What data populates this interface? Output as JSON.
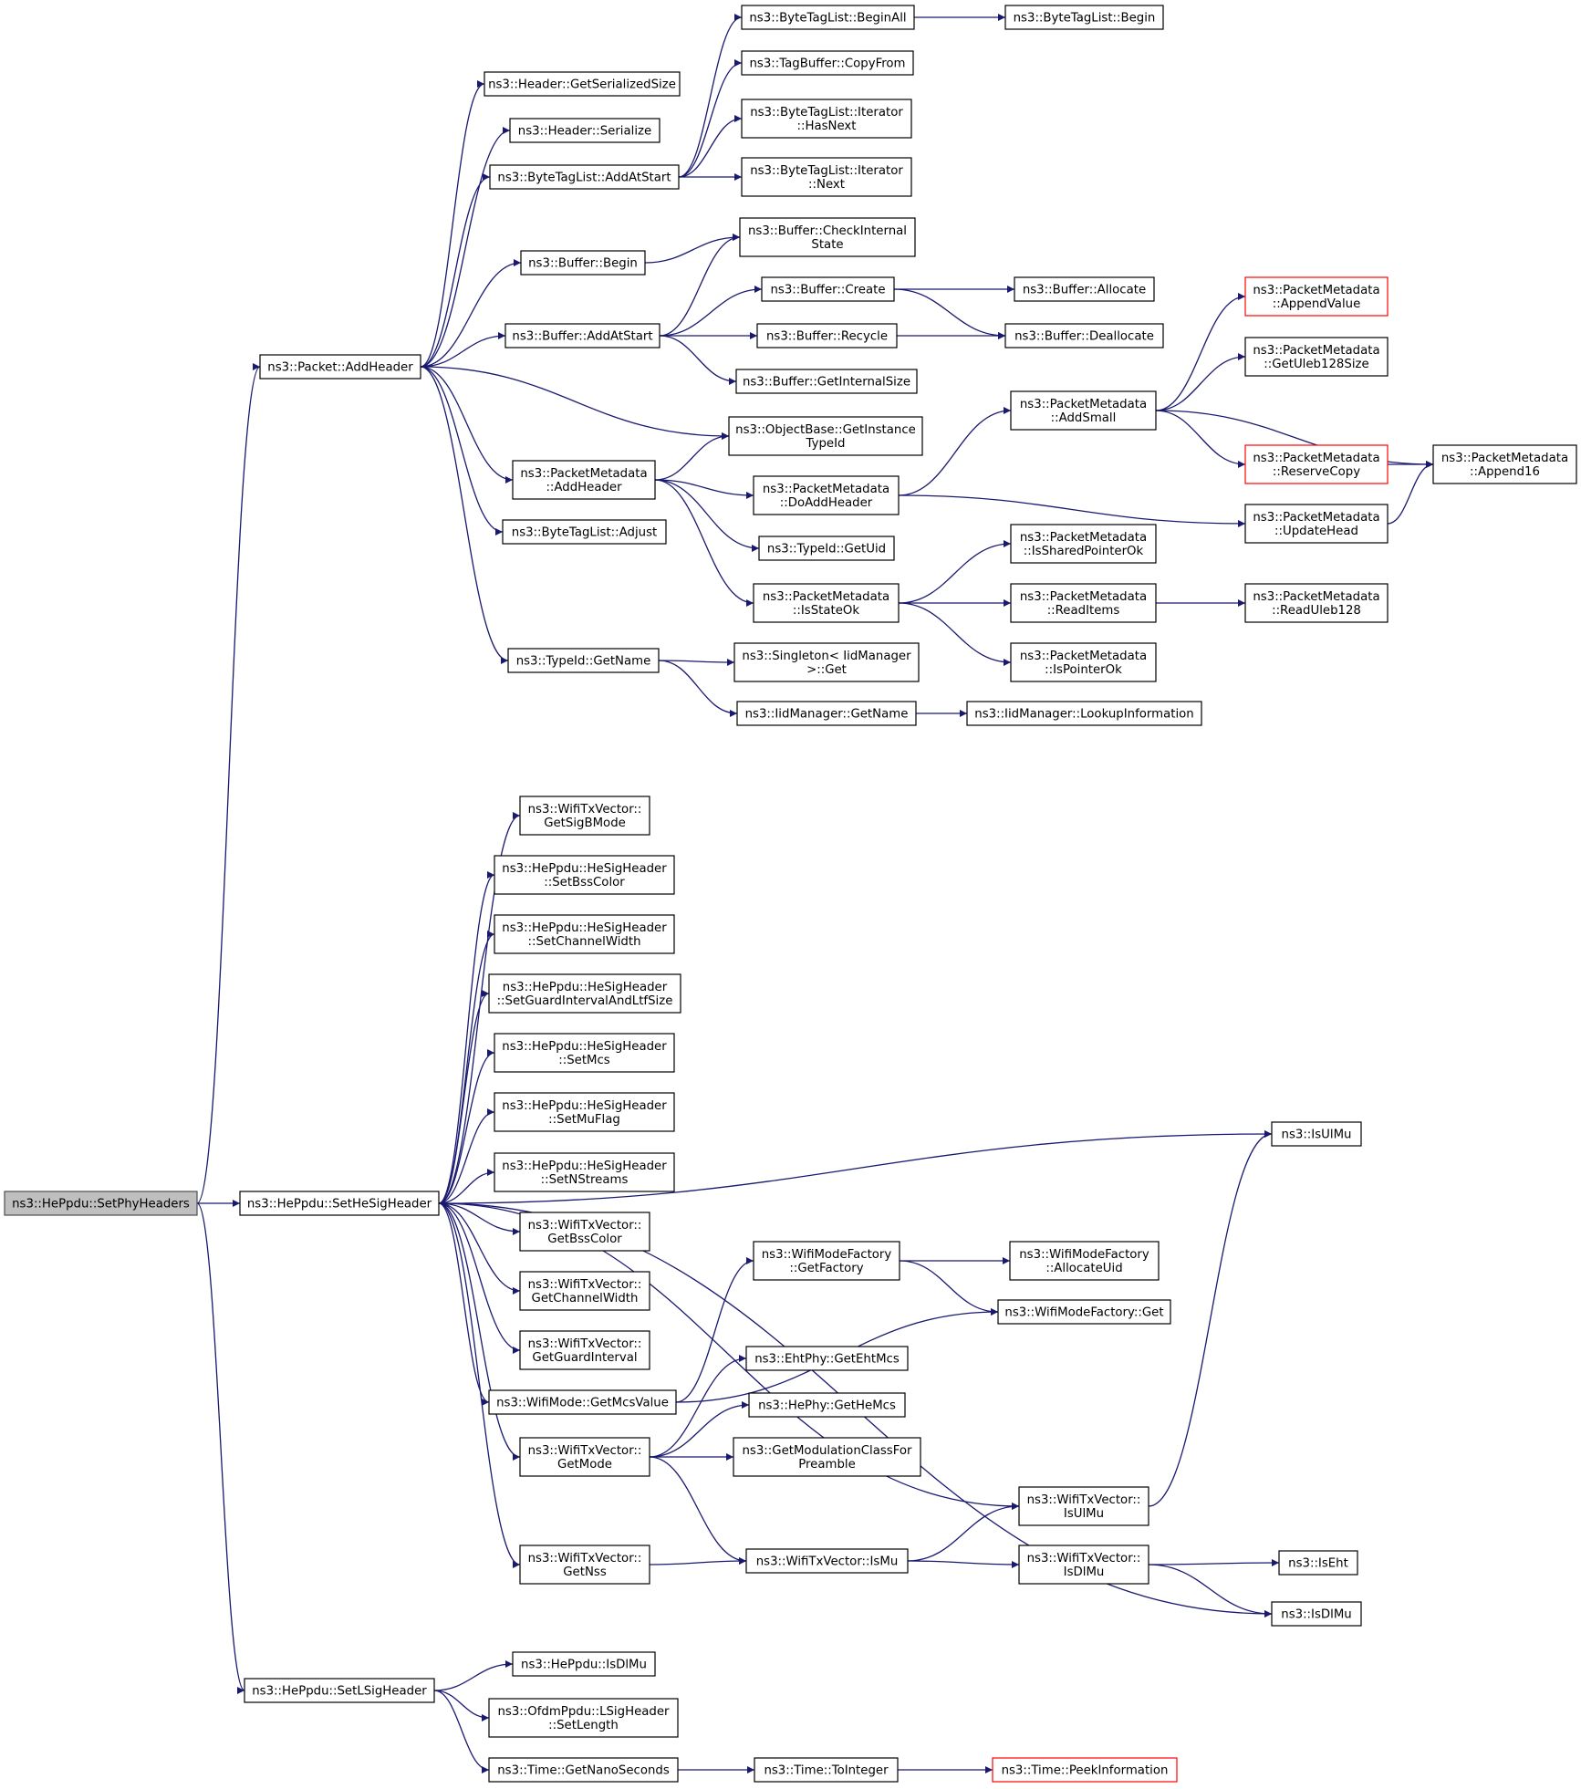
{
  "colors": {
    "edge": "#191970",
    "node_border": "#000000",
    "root_fill": "#bfbfbf",
    "highlight_border": "#ff0000"
  },
  "nodes": {
    "root": {
      "lines": [
        "ns3::HePpdu::SetPhyHeaders"
      ],
      "style": "root"
    },
    "addHeader": {
      "lines": [
        "ns3::Packet::AddHeader"
      ]
    },
    "hdrSize": {
      "lines": [
        "ns3::Header::GetSerializedSize"
      ]
    },
    "hdrSer": {
      "lines": [
        "ns3::Header::Serialize"
      ]
    },
    "btlAddAtStart": {
      "lines": [
        "ns3::ByteTagList::AddAtStart"
      ]
    },
    "btlBeginAll": {
      "lines": [
        "ns3::ByteTagList::BeginAll"
      ]
    },
    "btlBegin": {
      "lines": [
        "ns3::ByteTagList::Begin"
      ]
    },
    "tagCopyFrom": {
      "lines": [
        "ns3::TagBuffer::CopyFrom"
      ]
    },
    "btlHasNext": {
      "lines": [
        "ns3::ByteTagList::Iterator",
        "::HasNext"
      ]
    },
    "btlNext": {
      "lines": [
        "ns3::ByteTagList::Iterator",
        "::Next"
      ]
    },
    "bufBegin": {
      "lines": [
        "ns3::Buffer::Begin"
      ]
    },
    "bufCheck": {
      "lines": [
        "ns3::Buffer::CheckInternal",
        "State"
      ]
    },
    "bufAddAtStart": {
      "lines": [
        "ns3::Buffer::AddAtStart"
      ]
    },
    "bufCreate": {
      "lines": [
        "ns3::Buffer::Create"
      ]
    },
    "bufAllocate": {
      "lines": [
        "ns3::Buffer::Allocate"
      ]
    },
    "bufRecycle": {
      "lines": [
        "ns3::Buffer::Recycle"
      ]
    },
    "bufDealloc": {
      "lines": [
        "ns3::Buffer::Deallocate"
      ]
    },
    "bufInternalSize": {
      "lines": [
        "ns3::Buffer::GetInternalSize"
      ]
    },
    "objInstTid": {
      "lines": [
        "ns3::ObjectBase::GetInstance",
        "TypeId"
      ]
    },
    "pmAddHeader": {
      "lines": [
        "ns3::PacketMetadata",
        "::AddHeader"
      ]
    },
    "pmDoAddHeader": {
      "lines": [
        "ns3::PacketMetadata",
        "::DoAddHeader"
      ]
    },
    "pmAddSmall": {
      "lines": [
        "ns3::PacketMetadata",
        "::AddSmall"
      ]
    },
    "pmAppendValue": {
      "lines": [
        "ns3::PacketMetadata",
        "::AppendValue"
      ],
      "style": "red"
    },
    "pmGetUleb": {
      "lines": [
        "ns3::PacketMetadata",
        "::GetUleb128Size"
      ]
    },
    "pmReserveCopy": {
      "lines": [
        "ns3::PacketMetadata",
        "::ReserveCopy"
      ],
      "style": "red"
    },
    "pmAppend16": {
      "lines": [
        "ns3::PacketMetadata",
        "::Append16"
      ]
    },
    "pmUpdateHead": {
      "lines": [
        "ns3::PacketMetadata",
        "::UpdateHead"
      ]
    },
    "tidGetUid": {
      "lines": [
        "ns3::TypeId::GetUid"
      ]
    },
    "btlAdjust": {
      "lines": [
        "ns3::ByteTagList::Adjust"
      ]
    },
    "pmIsStateOk": {
      "lines": [
        "ns3::PacketMetadata",
        "::IsStateOk"
      ]
    },
    "pmIsShared": {
      "lines": [
        "ns3::PacketMetadata",
        "::IsSharedPointerOk"
      ]
    },
    "pmReadItems": {
      "lines": [
        "ns3::PacketMetadata",
        "::ReadItems"
      ]
    },
    "pmReadUleb": {
      "lines": [
        "ns3::PacketMetadata",
        "::ReadUleb128"
      ]
    },
    "pmIsPointerOk": {
      "lines": [
        "ns3::PacketMetadata",
        "::IsPointerOk"
      ]
    },
    "tidGetName": {
      "lines": [
        "ns3::TypeId::GetName"
      ]
    },
    "singletonGet": {
      "lines": [
        "ns3::Singleton< IidManager",
        " >::Get"
      ]
    },
    "iidGetName": {
      "lines": [
        "ns3::IidManager::GetName"
      ]
    },
    "iidLookup": {
      "lines": [
        "ns3::IidManager::LookupInformation"
      ]
    },
    "setHeSig": {
      "lines": [
        "ns3::HePpdu::SetHeSigHeader"
      ]
    },
    "txGetSigB": {
      "lines": [
        "ns3::WifiTxVector::",
        "GetSigBMode"
      ]
    },
    "sigSetBss": {
      "lines": [
        "ns3::HePpdu::HeSigHeader",
        "::SetBssColor"
      ]
    },
    "sigSetChW": {
      "lines": [
        "ns3::HePpdu::HeSigHeader",
        "::SetChannelWidth"
      ]
    },
    "sigSetGi": {
      "lines": [
        "ns3::HePpdu::HeSigHeader",
        "::SetGuardIntervalAndLtfSize"
      ]
    },
    "sigSetMcs": {
      "lines": [
        "ns3::HePpdu::HeSigHeader",
        "::SetMcs"
      ]
    },
    "sigSetMu": {
      "lines": [
        "ns3::HePpdu::HeSigHeader",
        "::SetMuFlag"
      ]
    },
    "sigSetNss": {
      "lines": [
        "ns3::HePpdu::HeSigHeader",
        "::SetNStreams"
      ]
    },
    "txGetBss": {
      "lines": [
        "ns3::WifiTxVector::",
        "GetBssColor"
      ]
    },
    "txGetChW": {
      "lines": [
        "ns3::WifiTxVector::",
        "GetChannelWidth"
      ]
    },
    "txGetGi": {
      "lines": [
        "ns3::WifiTxVector::",
        "GetGuardInterval"
      ]
    },
    "modeGetMcs": {
      "lines": [
        "ns3::WifiMode::GetMcsValue"
      ]
    },
    "txGetMode": {
      "lines": [
        "ns3::WifiTxVector::",
        "GetMode"
      ]
    },
    "txGetNss": {
      "lines": [
        "ns3::WifiTxVector::",
        "GetNss"
      ]
    },
    "isUlMu": {
      "lines": [
        "ns3::IsUlMu"
      ]
    },
    "mfGetFactory": {
      "lines": [
        "ns3::WifiModeFactory",
        "::GetFactory"
      ]
    },
    "mfAllocUid": {
      "lines": [
        "ns3::WifiModeFactory",
        "::AllocateUid"
      ]
    },
    "mfGet": {
      "lines": [
        "ns3::WifiModeFactory::Get"
      ]
    },
    "ehtGetMcs": {
      "lines": [
        "ns3::EhtPhy::GetEhtMcs"
      ]
    },
    "heGetMcs": {
      "lines": [
        "ns3::HePhy::GetHeMcs"
      ]
    },
    "modClass": {
      "lines": [
        "ns3::GetModulationClassFor",
        "Preamble"
      ]
    },
    "txIsUlMu": {
      "lines": [
        "ns3::WifiTxVector::",
        "IsUlMu"
      ]
    },
    "txIsMu": {
      "lines": [
        "ns3::WifiTxVector::IsMu"
      ]
    },
    "txIsDlMu": {
      "lines": [
        "ns3::WifiTxVector::",
        "IsDlMu"
      ]
    },
    "isEht": {
      "lines": [
        "ns3::IsEht"
      ]
    },
    "isDlMu": {
      "lines": [
        "ns3::IsDlMu"
      ]
    },
    "setLSig": {
      "lines": [
        "ns3::HePpdu::SetLSigHeader"
      ]
    },
    "hePpduIsDlMu": {
      "lines": [
        "ns3::HePpdu::IsDlMu"
      ]
    },
    "ofdmSetLen": {
      "lines": [
        "ns3::OfdmPpdu::LSigHeader",
        "::SetLength"
      ]
    },
    "timeGetNs": {
      "lines": [
        "ns3::Time::GetNanoSeconds"
      ]
    },
    "timeToInt": {
      "lines": [
        "ns3::Time::ToInteger"
      ]
    },
    "timePeek": {
      "lines": [
        "ns3::Time::PeekInformation"
      ],
      "style": "red"
    }
  },
  "edges": [
    [
      "root",
      "addHeader"
    ],
    [
      "root",
      "setHeSig"
    ],
    [
      "root",
      "setLSig"
    ],
    [
      "addHeader",
      "hdrSize"
    ],
    [
      "addHeader",
      "hdrSer"
    ],
    [
      "addHeader",
      "btlAddAtStart"
    ],
    [
      "addHeader",
      "bufBegin"
    ],
    [
      "addHeader",
      "bufAddAtStart"
    ],
    [
      "addHeader",
      "objInstTid"
    ],
    [
      "addHeader",
      "pmAddHeader"
    ],
    [
      "addHeader",
      "btlAdjust"
    ],
    [
      "addHeader",
      "tidGetName"
    ],
    [
      "btlAddAtStart",
      "btlBeginAll"
    ],
    [
      "btlAddAtStart",
      "tagCopyFrom"
    ],
    [
      "btlAddAtStart",
      "btlHasNext"
    ],
    [
      "btlAddAtStart",
      "btlNext"
    ],
    [
      "btlBeginAll",
      "btlBegin"
    ],
    [
      "bufBegin",
      "bufCheck"
    ],
    [
      "bufAddAtStart",
      "bufCheck"
    ],
    [
      "bufAddAtStart",
      "bufCreate"
    ],
    [
      "bufAddAtStart",
      "bufRecycle"
    ],
    [
      "bufAddAtStart",
      "bufInternalSize"
    ],
    [
      "bufCreate",
      "bufAllocate"
    ],
    [
      "bufCreate",
      "bufDealloc"
    ],
    [
      "bufRecycle",
      "bufDealloc"
    ],
    [
      "pmAddHeader",
      "objInstTid"
    ],
    [
      "pmAddHeader",
      "pmDoAddHeader"
    ],
    [
      "pmAddHeader",
      "tidGetUid"
    ],
    [
      "pmAddHeader",
      "pmIsStateOk"
    ],
    [
      "pmDoAddHeader",
      "pmAddSmall"
    ],
    [
      "pmDoAddHeader",
      "pmUpdateHead"
    ],
    [
      "pmAddSmall",
      "pmAppendValue"
    ],
    [
      "pmAddSmall",
      "pmGetUleb"
    ],
    [
      "pmAddSmall",
      "pmReserveCopy"
    ],
    [
      "pmAddSmall",
      "pmAppend16"
    ],
    [
      "pmReserveCopy",
      "pmAppend16"
    ],
    [
      "pmUpdateHead",
      "pmAppend16"
    ],
    [
      "pmIsStateOk",
      "pmIsShared"
    ],
    [
      "pmIsStateOk",
      "pmReadItems"
    ],
    [
      "pmIsStateOk",
      "pmIsPointerOk"
    ],
    [
      "pmReadItems",
      "pmReadUleb"
    ],
    [
      "tidGetName",
      "singletonGet"
    ],
    [
      "tidGetName",
      "iidGetName"
    ],
    [
      "iidGetName",
      "iidLookup"
    ],
    [
      "setHeSig",
      "isUlMu"
    ],
    [
      "setHeSig",
      "txGetSigB"
    ],
    [
      "setHeSig",
      "sigSetBss"
    ],
    [
      "setHeSig",
      "sigSetChW"
    ],
    [
      "setHeSig",
      "sigSetGi"
    ],
    [
      "setHeSig",
      "sigSetMcs"
    ],
    [
      "setHeSig",
      "sigSetMu"
    ],
    [
      "setHeSig",
      "sigSetNss"
    ],
    [
      "setHeSig",
      "txGetBss"
    ],
    [
      "setHeSig",
      "txGetChW"
    ],
    [
      "setHeSig",
      "txGetGi"
    ],
    [
      "setHeSig",
      "modeGetMcs"
    ],
    [
      "setHeSig",
      "txGetMode"
    ],
    [
      "setHeSig",
      "txIsUlMu"
    ],
    [
      "setHeSig",
      "txGetNss"
    ],
    [
      "setHeSig",
      "isDlMu"
    ],
    [
      "modeGetMcs",
      "mfGetFactory"
    ],
    [
      "modeGetMcs",
      "mfGet"
    ],
    [
      "mfGetFactory",
      "mfAllocUid"
    ],
    [
      "mfGetFactory",
      "mfGet"
    ],
    [
      "txGetMode",
      "ehtGetMcs"
    ],
    [
      "txGetMode",
      "heGetMcs"
    ],
    [
      "txGetMode",
      "modClass"
    ],
    [
      "txGetMode",
      "txIsMu"
    ],
    [
      "txGetNss",
      "txIsMu"
    ],
    [
      "txIsMu",
      "txIsUlMu"
    ],
    [
      "txIsMu",
      "txIsDlMu"
    ],
    [
      "txIsUlMu",
      "isUlMu"
    ],
    [
      "txIsDlMu",
      "isEht"
    ],
    [
      "txIsDlMu",
      "isDlMu"
    ],
    [
      "setLSig",
      "hePpduIsDlMu"
    ],
    [
      "setLSig",
      "ofdmSetLen"
    ],
    [
      "setLSig",
      "timeGetNs"
    ],
    [
      "timeGetNs",
      "timeToInt"
    ],
    [
      "timeToInt",
      "timePeek"
    ]
  ]
}
